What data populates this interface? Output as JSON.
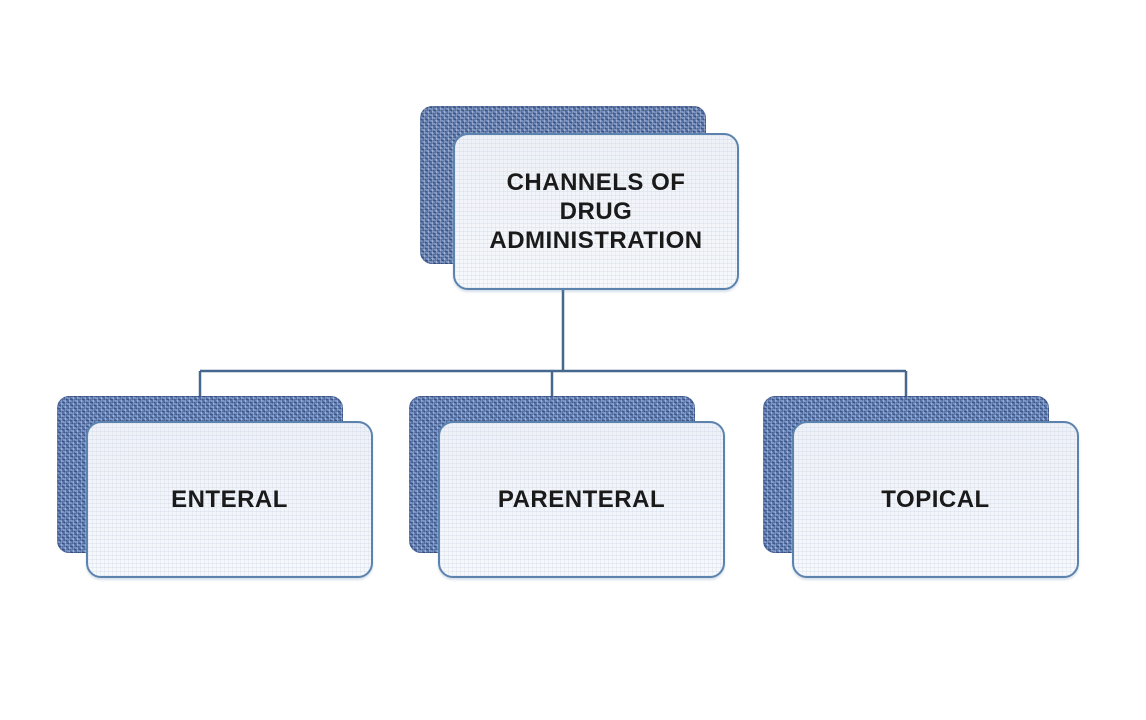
{
  "diagram": {
    "type": "org-chart",
    "root": {
      "label": "CHANNELS OF DRUG ADMINISTRATION"
    },
    "children": [
      {
        "label": "ENTERAL"
      },
      {
        "label": "PARENTERAL"
      },
      {
        "label": "TOPICAL"
      }
    ],
    "colors": {
      "backing_fill": "#5d79ad",
      "card_fill": "#f2f5f9",
      "card_border": "#5b83ae",
      "connector": "#46688f",
      "label_text": "#1a1a1a",
      "page_background": "#ffffff"
    }
  }
}
